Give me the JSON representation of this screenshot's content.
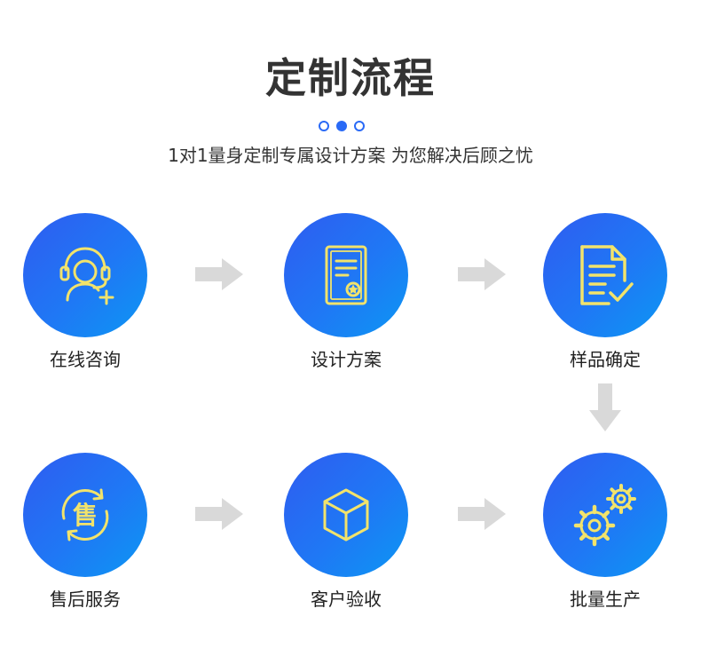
{
  "header": {
    "title": "定制流程",
    "subtitle": "1对1量身定制专属设计方案 为您解决后顾之忧"
  },
  "colors": {
    "accent": "#2a6af6",
    "circle_start": "#2f5cf0",
    "circle_end": "#0c97f3",
    "icon": "#f2e36b",
    "arrow": "#d9d9d9"
  },
  "steps": [
    {
      "label": "在线咨询",
      "icon": "headset-user-icon"
    },
    {
      "label": "设计方案",
      "icon": "certificate-document-icon"
    },
    {
      "label": "样品确定",
      "icon": "document-check-icon"
    },
    {
      "label": "售后服务",
      "icon": "after-sales-cycle-icon",
      "icon_text": "售"
    },
    {
      "label": "客户验收",
      "icon": "cube-box-icon"
    },
    {
      "label": "批量生产",
      "icon": "gears-icon"
    }
  ]
}
